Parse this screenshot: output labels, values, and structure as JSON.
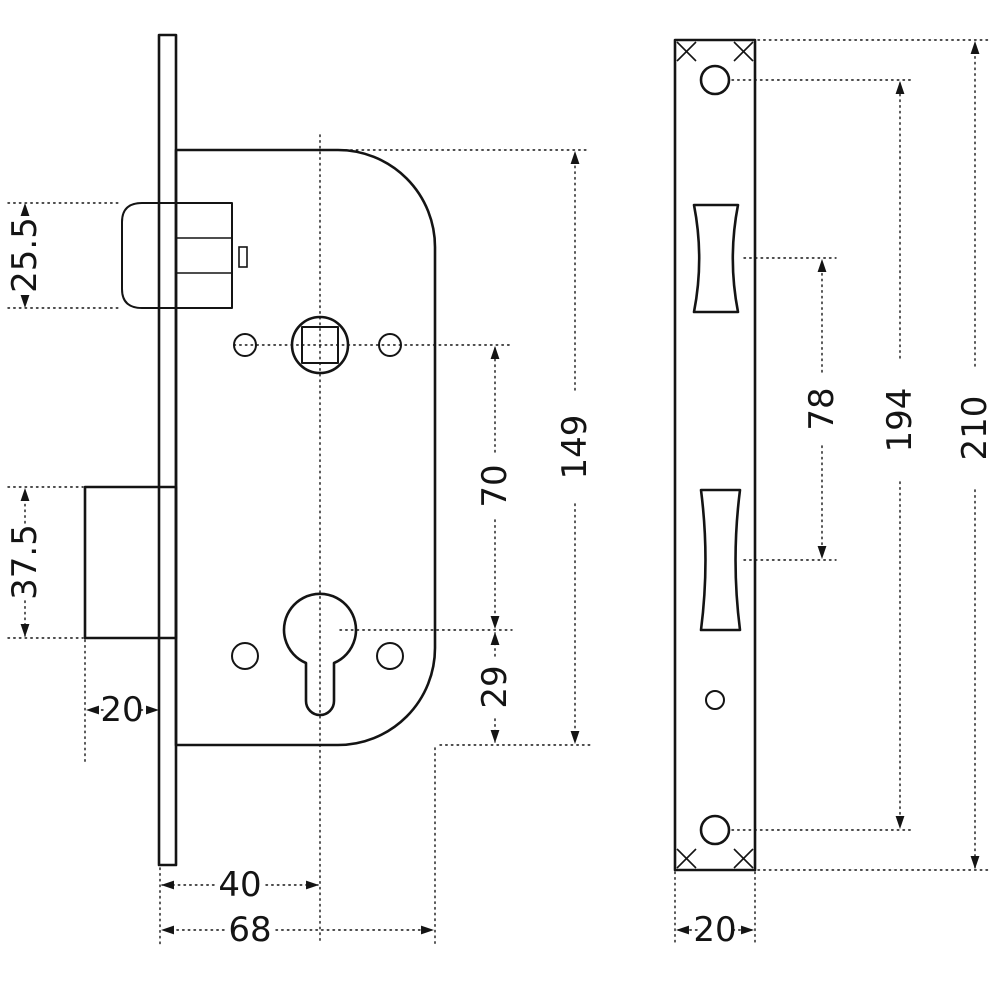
{
  "drawing": {
    "type": "technical-drawing",
    "subject": "mortise lock case and faceplate with dimensions (mm)",
    "style": {
      "line_color": "#141414",
      "background": "#ffffff"
    },
    "dims": {
      "latch_height": "25.5",
      "deadbolt_height": "37.5",
      "deadbolt_throw": "20",
      "backset": "40",
      "case_depth": "68",
      "spindle_to_cylinder": "70",
      "cylinder_to_bottom": "29",
      "case_height": "149",
      "cutout_spacing": "78",
      "screw_hole_spacing": "194",
      "faceplate_length": "210",
      "faceplate_width": "20"
    }
  }
}
